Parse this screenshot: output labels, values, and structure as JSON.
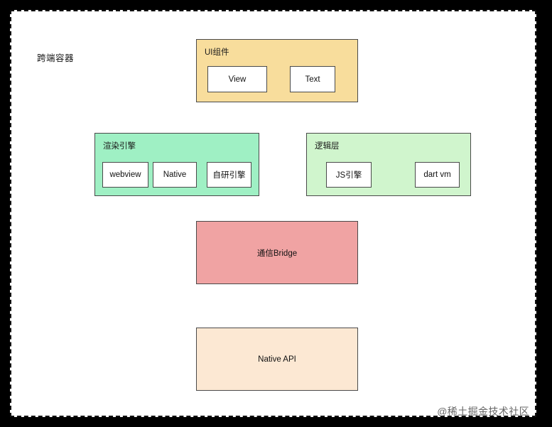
{
  "diagram": {
    "title": "跨端容器",
    "watermark": "@稀土掘金技术社区",
    "colors": {
      "ui_components": "#f8dd9c",
      "render_engine": "#9ff0c4",
      "logic_layer": "#d0f5cd",
      "bridge": "#f0a3a3",
      "native_api": "#fce8d3",
      "node_fill": "#ffffff",
      "stroke": "#4a4a4a",
      "page_background": "#ffffff",
      "outer_background": "#000000"
    },
    "groups": {
      "ui_components": {
        "label": "UI组件",
        "nodes": [
          {
            "label": "View"
          },
          {
            "label": "Text"
          }
        ]
      },
      "render_engine": {
        "label": "渲染引擎",
        "nodes": [
          {
            "label": "webview"
          },
          {
            "label": "Native"
          },
          {
            "label": "自研引擎"
          }
        ]
      },
      "logic_layer": {
        "label": "逻辑层",
        "nodes": [
          {
            "label": "JS引擎"
          },
          {
            "label": "dart vm"
          }
        ]
      }
    },
    "slabs": [
      {
        "label": "通信Bridge"
      },
      {
        "label": "Native API"
      }
    ]
  }
}
